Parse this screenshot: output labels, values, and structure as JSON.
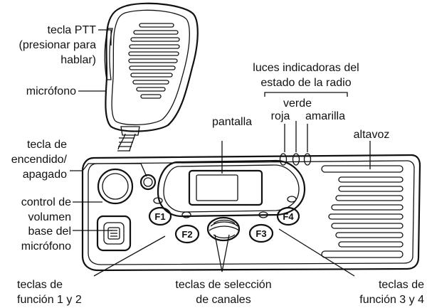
{
  "labels": {
    "ptt": [
      "tecla PTT",
      "(presionar para",
      "hablar)"
    ],
    "microphone": "micrófono",
    "status_lights": [
      "luces indicadoras del",
      "estado de la radio"
    ],
    "green": "verde",
    "red": "roja",
    "yellow": "amarilla",
    "display": "pantalla",
    "power_key": [
      "tecla de",
      "encendido/",
      "apagado"
    ],
    "speaker": "altavoz",
    "volume": [
      "control de",
      "volumen"
    ],
    "mic_base": [
      "base del",
      "micrófono"
    ],
    "function_keys_12": [
      "teclas de",
      "función 1 y 2"
    ],
    "channel_keys": [
      "teclas de selección",
      "de canales"
    ],
    "function_keys_34": [
      "teclas de",
      "función 3 y 4"
    ]
  },
  "keys": {
    "f1": "F1",
    "f2": "F2",
    "f3": "F3",
    "f4": "F4"
  },
  "colors": {
    "stroke": "#111111",
    "fill": "#ffffff",
    "background": "#ffffff"
  }
}
